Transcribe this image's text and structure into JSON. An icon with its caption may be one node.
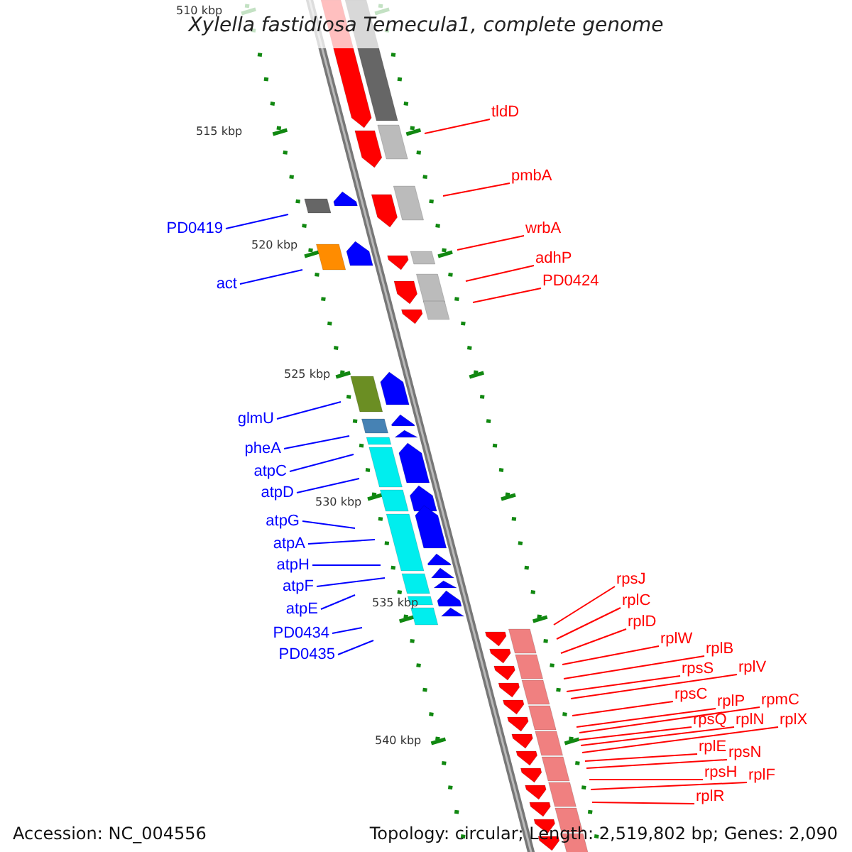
{
  "diagram": {
    "title": "Xylella fastidiosa Temecula1, complete genome",
    "nodes": [
      {
        "text": [
          "tldD"
        ]
      },
      {
        "text": [
          "pmbA"
        ]
      },
      {
        "text": [
          "PD0419"
        ]
      },
      {
        "text": [
          "wrbA"
        ]
      },
      {
        "text": [
          "act"
        ]
      },
      {
        "text": [
          "adhP"
        ]
      },
      {
        "text": [
          "PD0424"
        ]
      },
      {
        "text": [
          "glmU"
        ]
      },
      {
        "text": [
          "pheA"
        ]
      },
      {
        "text": [
          "atpC"
        ]
      },
      {
        "text": [
          "atpD"
        ]
      },
      {
        "text": [
          "atpG"
        ]
      },
      {
        "text": [
          "atpA"
        ]
      },
      {
        "text": [
          "atpH"
        ]
      },
      {
        "text": [
          "atpF"
        ]
      },
      {
        "text": [
          "atpE"
        ]
      },
      {
        "text": [
          "PD0434"
        ]
      },
      {
        "text": [
          "PD0435"
        ]
      },
      {
        "text": [
          "rpsJ"
        ]
      },
      {
        "text": [
          "rplC"
        ]
      },
      {
        "text": [
          "rplD"
        ]
      },
      {
        "text": [
          "rplW"
        ]
      },
      {
        "text": [
          "rplB"
        ]
      },
      {
        "text": [
          "rpsS"
        ]
      },
      {
        "text": [
          "rplV"
        ]
      },
      {
        "text": [
          "rpsC"
        ]
      },
      {
        "text": [
          "rplP"
        ]
      },
      {
        "text": [
          "rpmC"
        ]
      },
      {
        "text": [
          "rpsQ"
        ]
      },
      {
        "text": [
          "rplN"
        ]
      },
      {
        "text": [
          "rplX"
        ]
      },
      {
        "text": [
          "rplE"
        ]
      },
      {
        "text": [
          "rpsN"
        ]
      },
      {
        "text": [
          "rpsH"
        ]
      },
      {
        "text": [
          "rplF"
        ]
      },
      {
        "text": [
          "rplR"
        ]
      }
    ],
    "edges": [
      {
        "from": 0,
        "to": null,
        "arrow": "none"
      },
      {
        "from": 1,
        "to": null,
        "arrow": "none"
      },
      {
        "from": 2,
        "to": null,
        "arrow": "none",
        "color": "#0000ff"
      },
      {
        "from": 3,
        "to": null,
        "arrow": "none"
      },
      {
        "from": 4,
        "to": null,
        "arrow": "none",
        "color": "#0000ff"
      },
      {
        "from": 5,
        "to": null,
        "arrow": "none"
      },
      {
        "from": 6,
        "to": null,
        "arrow": "none"
      },
      {
        "from": 7,
        "to": null,
        "arrow": "none",
        "color": "#0000ff"
      },
      {
        "from": 8,
        "to": null,
        "arrow": "none",
        "color": "#0000ff"
      },
      {
        "from": 9,
        "to": null,
        "arrow": "none",
        "color": "#0000ff"
      },
      {
        "from": 10,
        "to": null,
        "arrow": "none",
        "color": "#0000ff"
      },
      {
        "from": 11,
        "to": null,
        "arrow": "none",
        "color": "#0000ff"
      },
      {
        "from": 12,
        "to": null,
        "arrow": "none",
        "color": "#0000ff"
      },
      {
        "from": 13,
        "to": null,
        "arrow": "none",
        "color": "#0000ff"
      },
      {
        "from": 14,
        "to": null,
        "arrow": "none",
        "color": "#0000ff"
      },
      {
        "from": 15,
        "to": null,
        "arrow": "none",
        "color": "#0000ff"
      },
      {
        "from": 16,
        "to": null,
        "arrow": "none",
        "color": "#0000ff"
      },
      {
        "from": 17,
        "to": null,
        "arrow": "none",
        "color": "#0000ff"
      },
      {
        "from": 18,
        "to": null,
        "arrow": "none"
      },
      {
        "from": 19,
        "to": null,
        "arrow": "none"
      },
      {
        "from": 20,
        "to": null,
        "arrow": "none"
      },
      {
        "from": 21,
        "to": null,
        "arrow": "none"
      },
      {
        "from": 22,
        "to": null,
        "arrow": "none"
      },
      {
        "from": 23,
        "to": null,
        "arrow": "none"
      },
      {
        "from": 24,
        "to": null,
        "arrow": "none"
      },
      {
        "from": 25,
        "to": null,
        "arrow": "none"
      },
      {
        "from": 26,
        "to": null,
        "arrow": "none"
      },
      {
        "from": 27,
        "to": null,
        "arrow": "none"
      },
      {
        "from": 28,
        "to": null,
        "arrow": "none"
      },
      {
        "from": 29,
        "to": null,
        "arrow": "none"
      },
      {
        "from": 30,
        "to": null,
        "arrow": "none"
      },
      {
        "from": 31,
        "to": null,
        "arrow": "none"
      },
      {
        "from": 32,
        "to": null,
        "arrow": "none"
      },
      {
        "from": 33,
        "to": null,
        "arrow": "none"
      },
      {
        "from": 34,
        "to": null,
        "arrow": "none"
      },
      {
        "from": 35,
        "to": null,
        "arrow": "none"
      }
    ],
    "labels": [
      "510 kbp",
      "515 kbp",
      "520 kbp",
      "525 kbp",
      "530 kbp",
      "535 kbp",
      "540 kbp",
      "Accession: NC_004556",
      "Topology: circular; Length: 2,519,802 bp; Genes: 2,090"
    ]
  }
}
